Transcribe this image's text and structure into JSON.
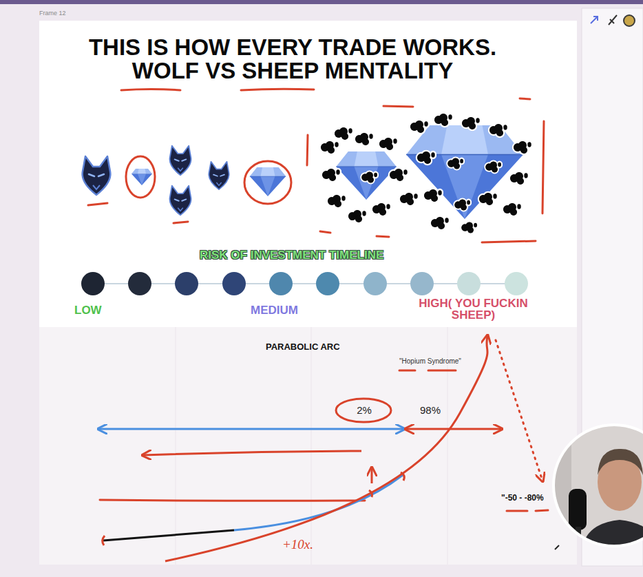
{
  "diagram": {
    "title": "THIS IS HOW EVERY TRADE WORKS. WOLF VS SHEEP MENTALITY",
    "labels": [
      "Frame 12",
      "RISK OF INVESTMENT TIMELINE",
      "LOW",
      "MEDIUM",
      "HIGH( YOU FUCKIN SHEEP)",
      "PARABOLIC ARC",
      "\"Hopium Syndrome\"",
      "2%",
      "98%",
      "\"-50 - -80%",
      "+10x."
    ]
  }
}
